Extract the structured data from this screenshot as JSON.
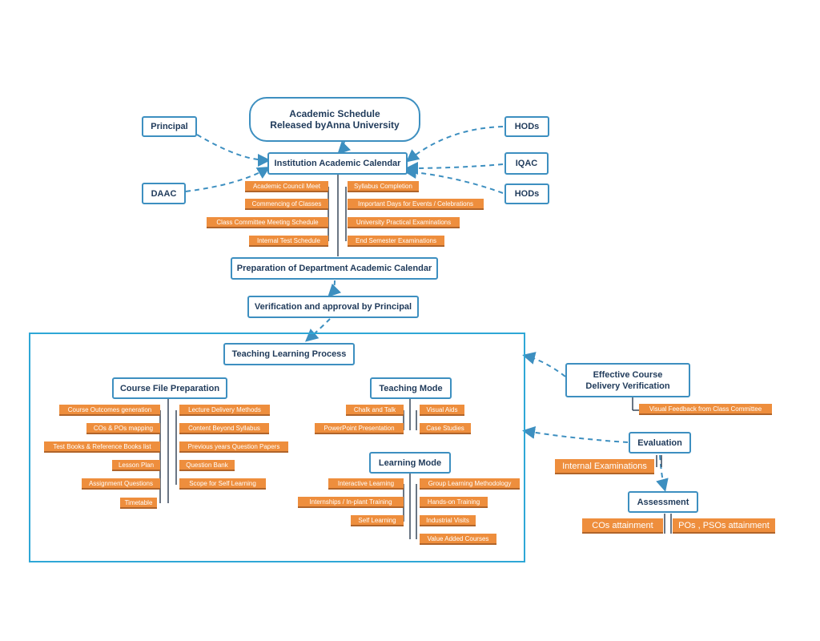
{
  "top": {
    "academic_schedule": "Academic Schedule Released byAnna University",
    "principal": "Principal",
    "daac": "DAAC",
    "hods_1": "HODs",
    "iqac": "IQAC",
    "hods_2": "HODs",
    "institution_calendar": "Institution Academic Calendar"
  },
  "calendar_left": [
    "Academic Council Meet",
    "Commencing of Classes",
    "Class Committee Meeting Schedule",
    "Internal Test Schedule"
  ],
  "calendar_right": [
    "Syllabus Completion",
    "Important Days for Events / Celebrations",
    "University Practical Examinations",
    "End Semester Examinations"
  ],
  "flow": {
    "dept_calendar": "Preparation of Department Academic Calendar",
    "verification": "Verification and approval by Principal",
    "teaching_learning": "Teaching Learning Process"
  },
  "course_file": {
    "title": "Course File Preparation",
    "left": [
      "Course Outcomes generation",
      "COs & POs mapping",
      "Test Books & Reference Books list",
      "Lesson Plan",
      "Assignment Questions",
      "Timetable"
    ],
    "right": [
      "Lecture Delivery Methods",
      "Content Beyond Syllabus",
      "Previous years Question Papers",
      "Question Bank",
      "Scope for Self Learning"
    ]
  },
  "teaching_mode": {
    "title": "Teaching Mode",
    "left": [
      "Chalk and Talk",
      "PowerPoint Presentation"
    ],
    "right": [
      "Visual Aids",
      "Case Studies"
    ]
  },
  "learning_mode": {
    "title": "Learning Mode",
    "left": [
      "Interactive Learning",
      "Internships / In-plant  Training",
      "Self Learning"
    ],
    "right": [
      "Group Learning Methodology",
      "Hands-on Training",
      "Industrial Visits",
      "Value Added Courses"
    ]
  },
  "right_side": {
    "effective_delivery": "Effective Course Delivery Verification",
    "visual_feedback": "Visual Feedback from Class Committee",
    "evaluation": "Evaluation",
    "internal_exams": "Internal Examinations",
    "assessment": "Assessment",
    "cos_attainment": "COs attainment",
    "pos_attainment": "POs , PSOs attainment"
  },
  "colors": {
    "box_border": "#3d8fc0",
    "frame_border": "#2ea7d6",
    "tag_fill": "#ee8e3d",
    "box_text": "#1f3a5a",
    "arrow": "#3d8fc0"
  }
}
